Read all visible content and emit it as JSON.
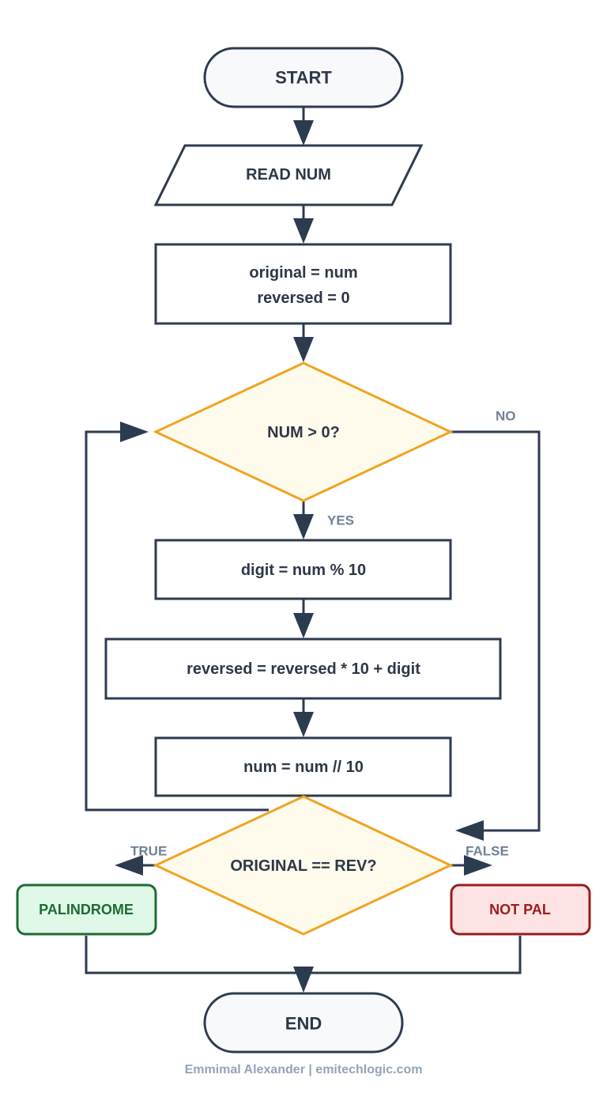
{
  "nodes": {
    "start": "START",
    "read": "READ NUM",
    "init_line1": "original = num",
    "init_line2": "reversed = 0",
    "loop_check": "NUM > 0?",
    "digit": "digit = num % 10",
    "reverse": "reversed = reversed * 10 + digit",
    "divide": "num = num // 10",
    "compare": "ORIGINAL == REV?",
    "palindrome": "PALINDROME",
    "not_pal": "NOT PAL",
    "end": "END"
  },
  "edge_labels": {
    "no": "NO",
    "yes": "YES",
    "true": "TRUE",
    "false": "FALSE"
  },
  "footer": "Emmimal Alexander | emitechlogic.com",
  "colors": {
    "stroke": "#2d3b4f",
    "terminal_fill": "#f7f9fb",
    "decision_stroke": "#f0a323",
    "decision_fill": "#fffbec",
    "true_stroke": "#1e6b35",
    "true_fill": "#dff8e7",
    "false_stroke": "#9b1c1c",
    "false_fill": "#fde3e3",
    "label": "#718096"
  }
}
